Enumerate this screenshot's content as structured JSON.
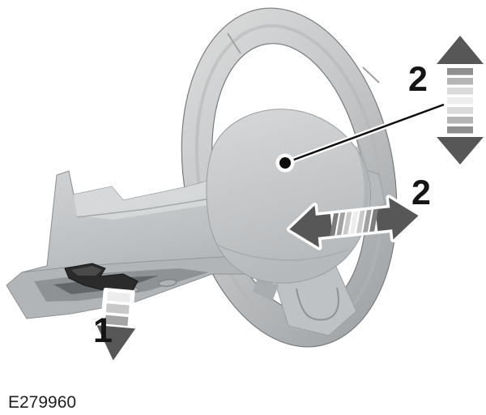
{
  "figure": {
    "code": "E279960",
    "background": "#ffffff"
  },
  "steps": {
    "release_lever": "1",
    "adjust_height": "2",
    "adjust_reach": "2"
  },
  "icons": {
    "up_down_arrow": "double-arrow-vertical",
    "reach_arrow": "double-arrow-horizontal",
    "lever_arrow": "arrow-down",
    "callout_marker": "dot-marker"
  },
  "colors": {
    "arrow_head": "#575757",
    "label_text": "#141414",
    "figure_code_text": "#1f1f1f",
    "callout": "#0d0d0d",
    "wheel_gray": "#c2c4c6",
    "lever_black": "#2b2b2b",
    "stripes_vertical": [
      "#8e8e8e",
      "#b5b5b5",
      "#dadada",
      "#eeeeee",
      "#dadada",
      "#b5b5b5",
      "#8e8e8e"
    ],
    "stripes_horizontal": [
      "#7d7d7d",
      "#a2a2a2",
      "#c9c9c9",
      "#ededed",
      "#c9c9c9",
      "#a2a2a2",
      "#7d7d7d"
    ],
    "stripes_down": [
      "#ececec",
      "#c8c8c8",
      "#a4a4a4"
    ]
  }
}
